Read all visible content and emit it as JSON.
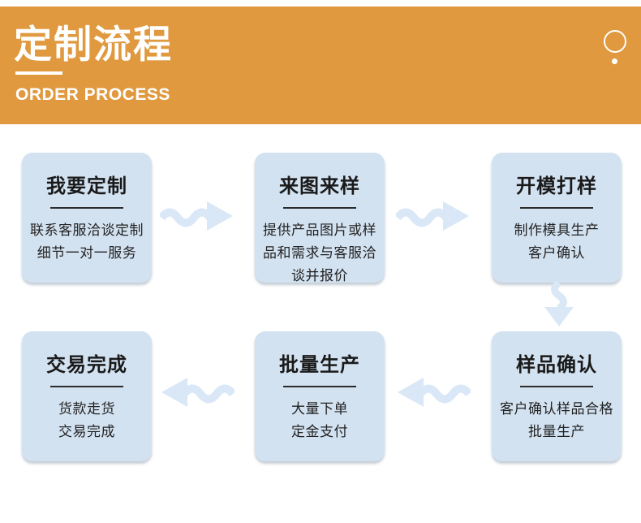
{
  "header": {
    "title": "定制流程",
    "subtitle": "ORDER PROCESS",
    "background_color": "#E0993F",
    "text_color": "#ffffff",
    "decor_icon": "circle-with-dot-icon"
  },
  "flow": {
    "box_color": "#D3E2F1",
    "arrow_color": "#D9E7F6",
    "title_color": "#1a1a1a",
    "desc_color": "#222222",
    "steps": [
      {
        "title": "我要定制",
        "desc": "联系客服洽谈定制\n细节一对一服务"
      },
      {
        "title": "来图来样",
        "desc": "提供产品图片或样\n品和需求与客服洽\n谈并报价"
      },
      {
        "title": "开模打样",
        "desc": "制作模具生产\n客户确认"
      },
      {
        "title": "样品确认",
        "desc": "客户确认样品合格\n批量生产"
      },
      {
        "title": "批量生产",
        "desc": "大量下单\n定金支付"
      },
      {
        "title": "交易完成",
        "desc": "货款走货\n交易完成"
      }
    ],
    "arrows": [
      {
        "name": "arrow-step1-to-step2",
        "direction": "right"
      },
      {
        "name": "arrow-step2-to-step3",
        "direction": "right"
      },
      {
        "name": "arrow-step3-to-step4",
        "direction": "down"
      },
      {
        "name": "arrow-step4-to-step5",
        "direction": "left"
      },
      {
        "name": "arrow-step5-to-step6",
        "direction": "left"
      }
    ]
  }
}
